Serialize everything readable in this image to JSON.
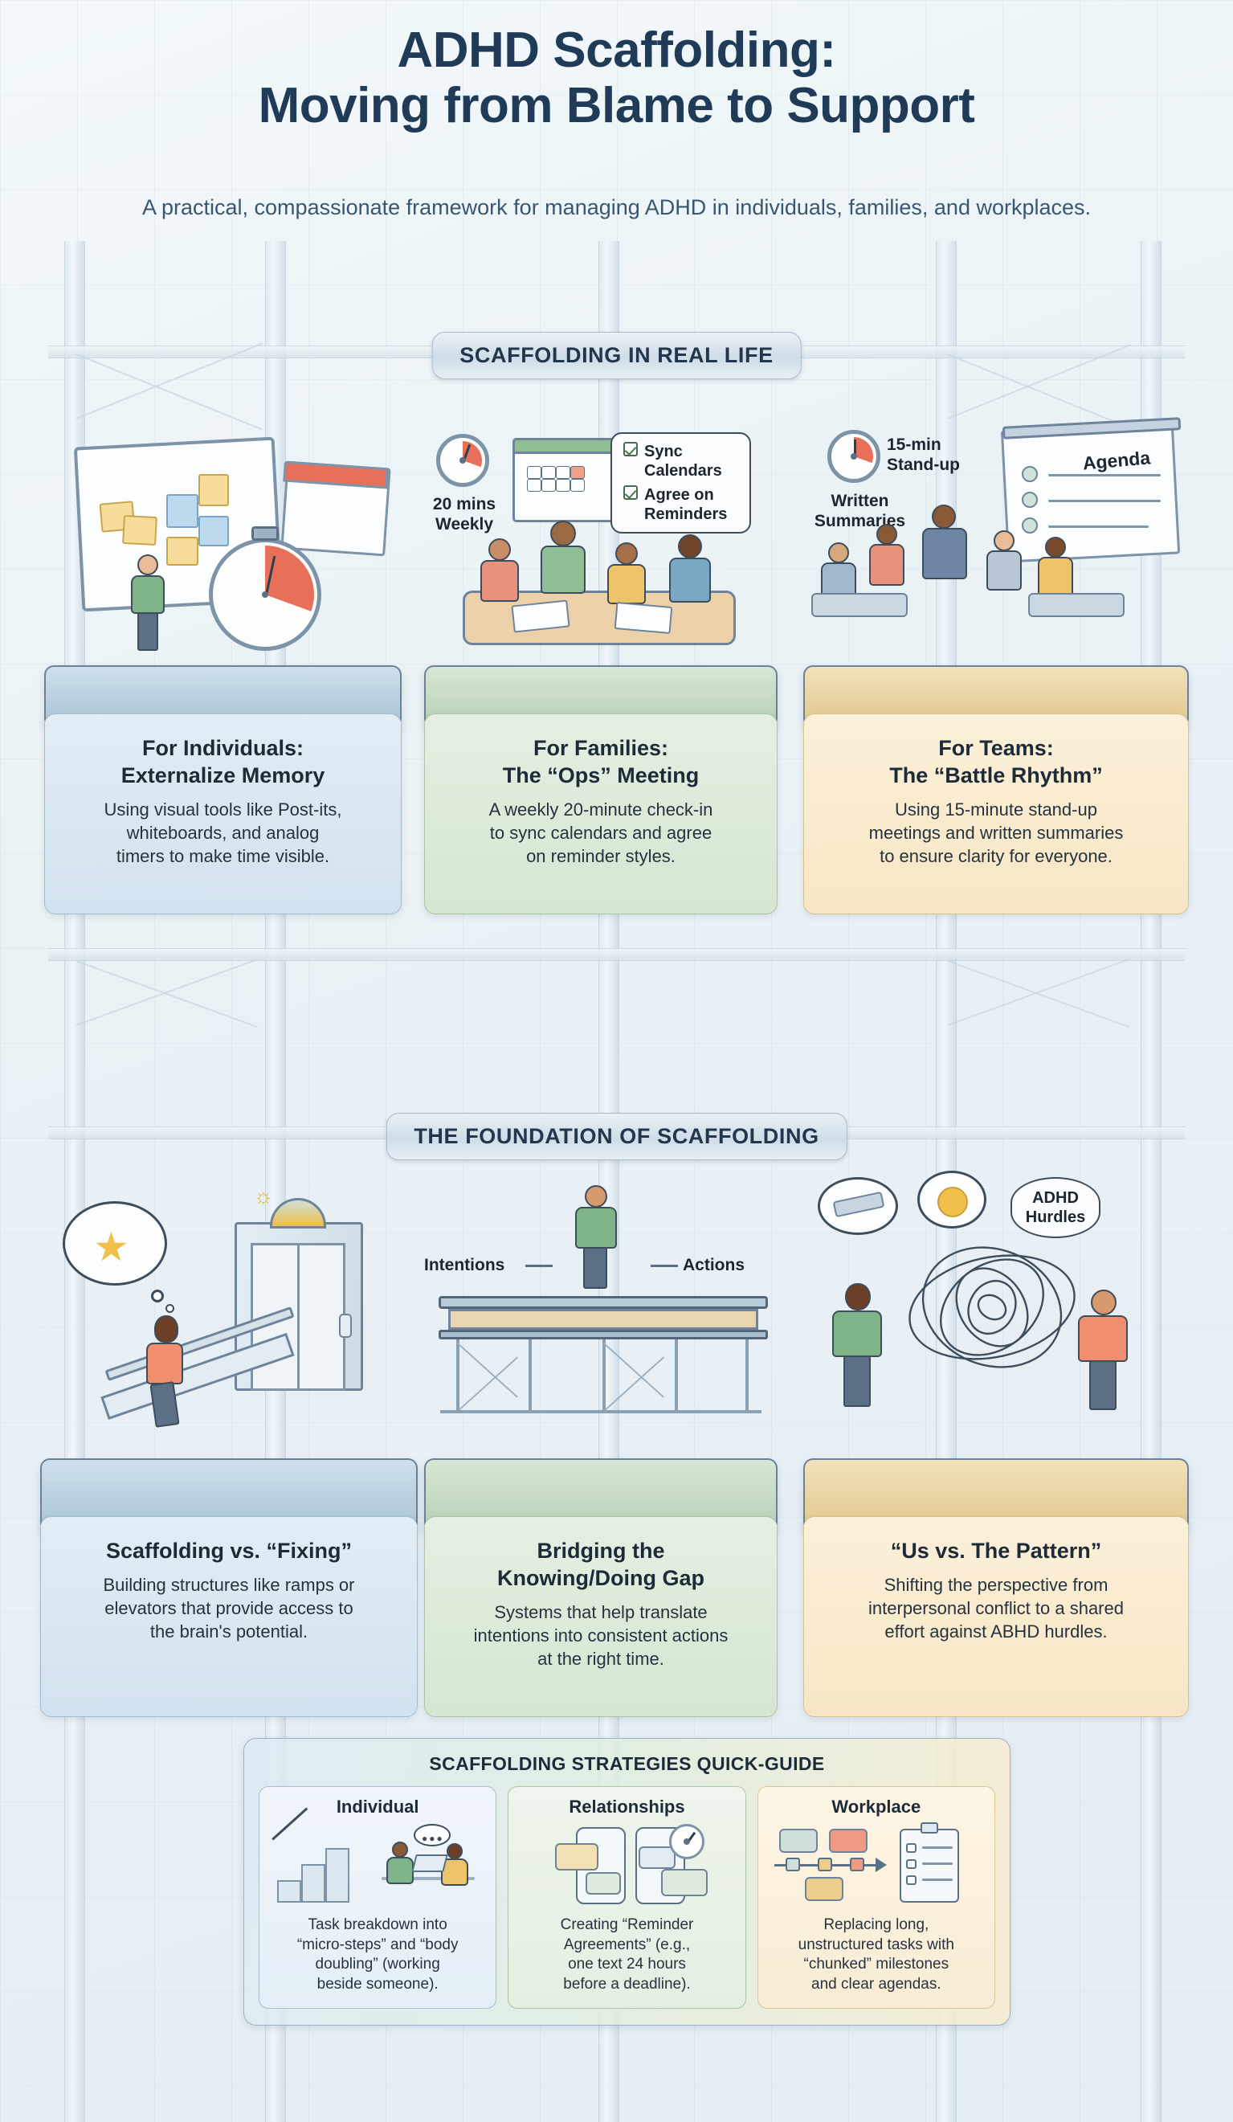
{
  "header": {
    "title_line1": "ADHD Scaffolding:",
    "title_line2": "Moving from Blame to Support",
    "subtitle": "A practical, compassionate framework for managing\nADHD in individuals, families, and workplaces."
  },
  "sections": [
    {
      "banner": "SCAFFOLDING IN REAL LIFE"
    },
    {
      "banner": "THE FOUNDATION OF SCAFFOLDING"
    }
  ],
  "real_life_cards": [
    {
      "title": "For Individuals:\nExternalize Memory",
      "body": "Using visual tools like Post-its,\nwhiteboards, and analog\ntimers to make time visible.",
      "color": "#a9c3d6",
      "illustration_labels": []
    },
    {
      "title": "For Families:\nThe “Ops” Meeting",
      "body": "A weekly 20-minute check-in\nto sync calendars and agree\non reminder styles.",
      "color": "#b6cfb4",
      "illustration_labels": [
        "20 mins\nWeekly",
        "Sync\nCalendars",
        "Agree on\nReminders"
      ]
    },
    {
      "title": "For Teams:\nThe “Battle Rhythm”",
      "body": "Using 15-minute stand-up\nmeetings and written summaries\nto ensure clarity for everyone.",
      "color": "#e0c68c",
      "illustration_labels": [
        "15-min\nStand-up",
        "Written\nSummaries",
        "Agenda"
      ]
    }
  ],
  "foundation_cards": [
    {
      "title": "Scaffolding vs. “Fixing”",
      "body": "Building structures like ramps or\nelevators that provide access to\nthe brain's potential.",
      "color": "#b7cede",
      "illustration_labels": []
    },
    {
      "title": "Bridging the\nKnowing/Doing Gap",
      "body": "Systems that help translate\nintentions into consistent actions\nat the right time.",
      "color": "#c3d8c0",
      "illustration_labels": [
        "Intentions",
        "Actions"
      ]
    },
    {
      "title": "“Us vs. The Pattern”",
      "body": "Shifting the perspective from\ninterpersonal conflict to a shared\neffort against ABHD hurdles.",
      "color": "#ecd49a",
      "illustration_labels": [
        "ADHD\nHurdles"
      ]
    }
  ],
  "quick_guide": {
    "title": "SCAFFOLDING STRATEGIES QUICK-GUIDE",
    "columns": [
      {
        "label": "Individual",
        "body": "Task breakdown into\n“micro-steps” and “body\ndoubling” (working\nbeside someone)."
      },
      {
        "label": "Relationships",
        "body": "Creating “Reminder\nAgreements” (e.g.,\none text 24 hours\nbefore a deadline)."
      },
      {
        "label": "Workplace",
        "body": "Replacing long,\nunstructured tasks with\n“chunked” milestones\nand clear agendas."
      }
    ]
  },
  "palette": {
    "ink": "#1f3b57",
    "body_text": "#26323d",
    "blue": "#a9c3d6",
    "green": "#b6cfb4",
    "amber": "#e0c68c",
    "accent_red": "#e8705a",
    "accent_yellow": "#f0c04a",
    "scaffold_grey": "#c3d2de",
    "background": "#eef4f7"
  }
}
